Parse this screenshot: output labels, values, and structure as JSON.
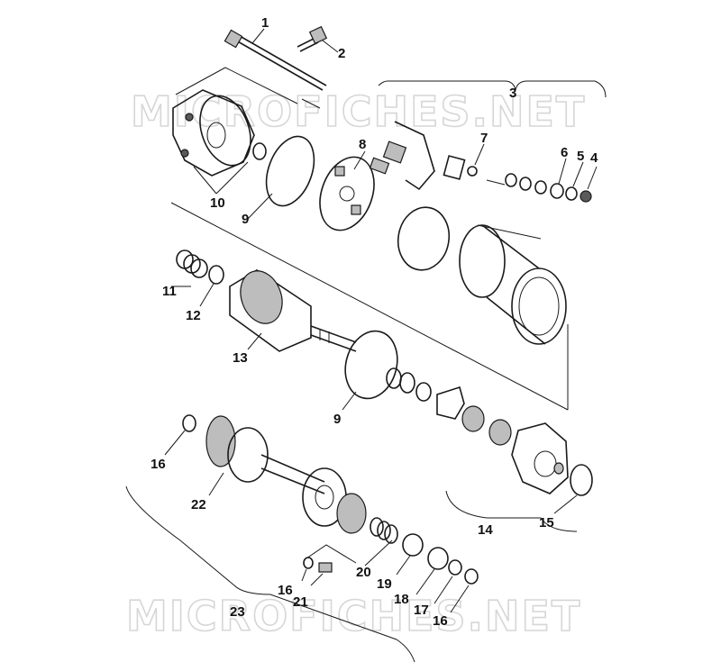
{
  "watermark": {
    "top": "MICROFICHES.NET",
    "bottom": "MICROFICHES.NET"
  },
  "callouts": {
    "c1": "1",
    "c2": "2",
    "c3": "3",
    "c4": "4",
    "c5": "5",
    "c6": "6",
    "c7": "7",
    "c8": "8",
    "c9a": "9",
    "c9b": "9",
    "c10": "10",
    "c11": "11",
    "c12": "12",
    "c13": "13",
    "c14": "14",
    "c15": "15",
    "c16a": "16",
    "c16b": "16",
    "c16c": "16",
    "c17": "17",
    "c18": "18",
    "c19": "19",
    "c20": "20",
    "c21": "21",
    "c22": "22",
    "c23": "23"
  }
}
